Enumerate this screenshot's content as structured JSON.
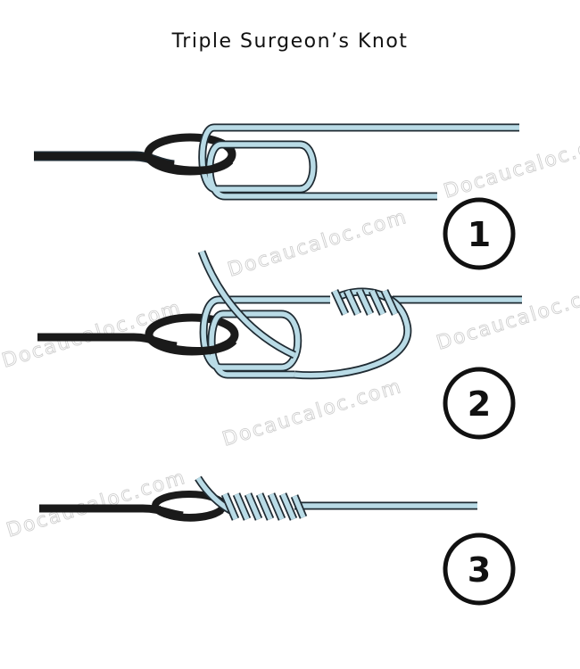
{
  "title": "Triple Surgeon’s Knot",
  "steps": [
    "1",
    "2",
    "3"
  ],
  "watermark": "Docaucaloc.com",
  "colors": {
    "line_light": "#b9dbe6",
    "line_dark": "#1a1a1a",
    "outline": "#1f2b33",
    "watermark": "#cfcfcf"
  }
}
